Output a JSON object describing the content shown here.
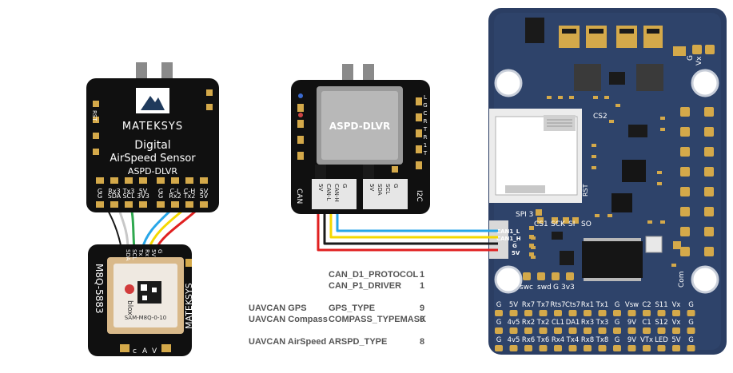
{
  "sensor_board": {
    "brand": "MATEKSYS",
    "line1": "Digital",
    "line2": "AirSpeed Sensor",
    "model": "ASPD-DLVR",
    "rst": "RST",
    "pins_top": [
      "G",
      "Rx3",
      "Tx3",
      "5V",
      "G",
      "C-L",
      "C-H",
      "5V"
    ],
    "pins_bottom": [
      "G",
      "SDA",
      "SCL",
      "3V3",
      "G",
      "Rx2",
      "Tx2",
      "5V"
    ]
  },
  "gps_board": {
    "model": "M8Q-5883",
    "brand": "MATEKSYS",
    "chip_brand": "blox",
    "chip_label": "SAM-M8Q-0-10",
    "pins": [
      "SDA",
      "SCL",
      "Tx",
      "Rx",
      "5V",
      "G"
    ]
  },
  "can_board": {
    "sensor_label": "ASPD-DLVR",
    "left_label": "CAN",
    "right_label": "I2C",
    "left_pins": [
      "5V",
      "CAN-L",
      "CAN-H",
      "G"
    ],
    "right_pins": [
      "5V",
      "SDA",
      "SCL",
      "G"
    ],
    "side_pins": [
      "L",
      "G",
      "C",
      "R",
      "T",
      "R",
      "1",
      "T"
    ]
  },
  "fc": {
    "labels": {
      "cs2": "CS2",
      "rst": "RST",
      "spi3": "SPI 3",
      "cs1": "CS1",
      "sck": "SCK",
      "si": "SI",
      "so": "SO",
      "swc": "swc",
      "swd": "swd",
      "g": "G",
      "v33": "3v3",
      "com": "Com",
      "vx": "Vx",
      "gtop": "G"
    },
    "can_pins": [
      "CAN1_L",
      "CAN1_H",
      "G",
      "5V"
    ],
    "row1": [
      "G",
      "5V",
      "Rx7",
      "Tx7",
      "Rts7",
      "Cts7",
      "Rx1",
      "Tx1",
      "G",
      "Vsw",
      "C2",
      "S11",
      "Vx",
      "G"
    ],
    "row2": [
      "G",
      "4v5",
      "Rx2",
      "Tx2",
      "CL1",
      "DA1",
      "Rx3",
      "Tx3",
      "G",
      "9V",
      "C1",
      "S12",
      "Vx",
      "G"
    ],
    "row3": [
      "G",
      "4v5",
      "Rx6",
      "Tx6",
      "Rx4",
      "Tx4",
      "Rx8",
      "Tx8",
      "G",
      "9V",
      "VTx",
      "LED",
      "5V",
      "G"
    ]
  },
  "params": {
    "can_d1_protocol": "CAN_D1_PROTOCOL",
    "can_d1_protocol_value": "1",
    "can_p1_driver": "CAN_P1_DRIVER",
    "can_p1_driver_value": "1",
    "uavcan_gps": "UAVCAN GPS",
    "gps_type": "GPS_TYPE",
    "gps_type_value": "9",
    "uavcan_compass": "UAVCAN Compass",
    "compass_typemask": "COMPASS_TYPEMASK",
    "compass_typemask_value": "0",
    "uavcan_airspeed": "UAVCAN AirSpeed",
    "arspd_type": "ARSPD_TYPE",
    "arspd_type_value": "8"
  },
  "colors": {
    "board_black": "#101010",
    "fc_blue": "#2b3e63",
    "wire_red": "#e02020",
    "wire_yellow": "#f5d800",
    "wire_blue": "#28a6e8",
    "wire_green": "#2fa84f",
    "wire_grey": "#c8c8c8",
    "gold": "#d4a94a"
  }
}
